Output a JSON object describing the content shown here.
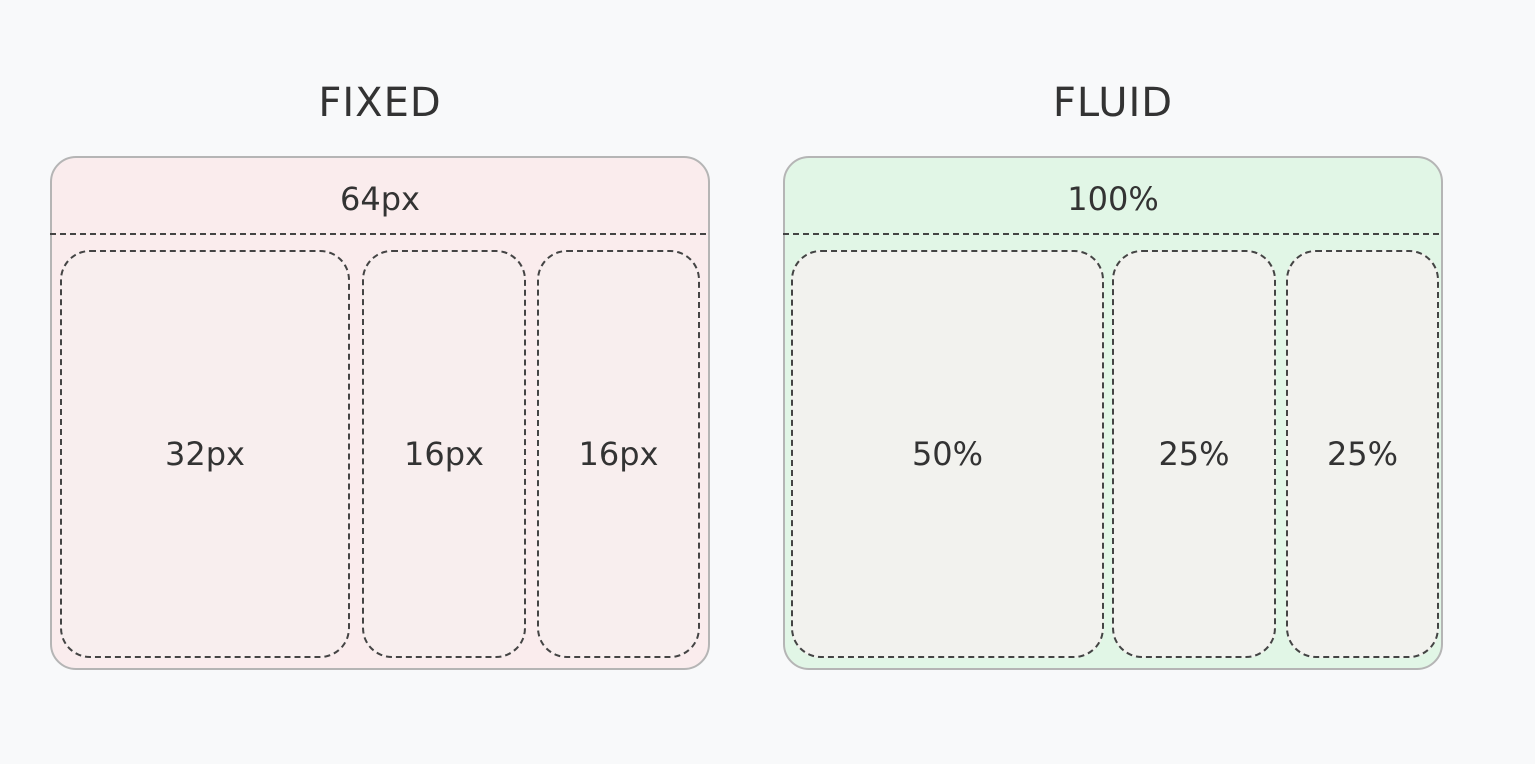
{
  "fixed": {
    "title": "FIXED",
    "total": "64px",
    "columns": [
      "32px",
      "16px",
      "16px"
    ],
    "background": "#faeced"
  },
  "fluid": {
    "title": "FLUID",
    "total": "100%",
    "columns": [
      "50%",
      "25%",
      "25%"
    ],
    "background": "#e1f6e6"
  }
}
